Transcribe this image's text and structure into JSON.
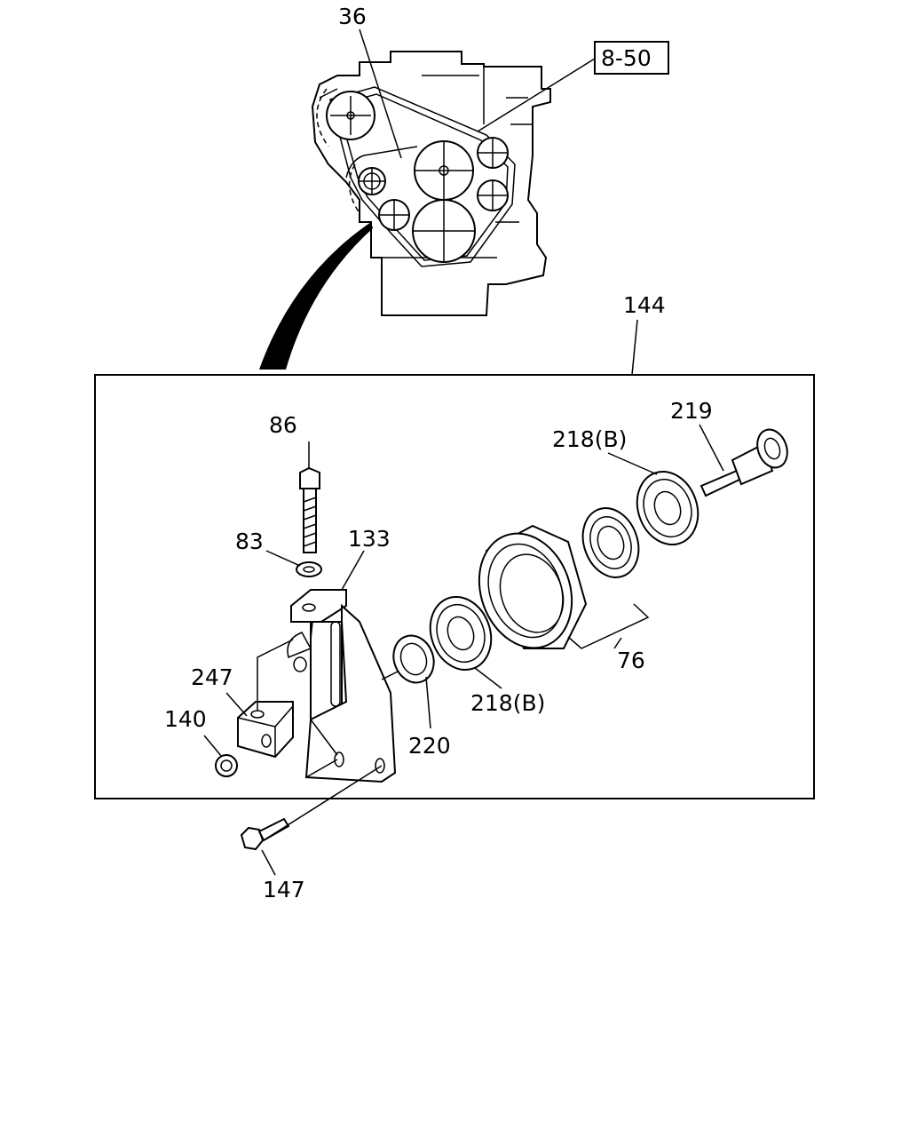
{
  "callouts": {
    "belt": "36",
    "ref": "8-50",
    "assembly": "144",
    "bolt_long": "86",
    "washer": "83",
    "bracket": "133",
    "block": "247",
    "nut": "140",
    "bolt_short": "147",
    "collar": "220",
    "bearing_b1": "218(B)",
    "bearing_b2": "218(B)",
    "idler_set": "76",
    "shaft": "219"
  }
}
